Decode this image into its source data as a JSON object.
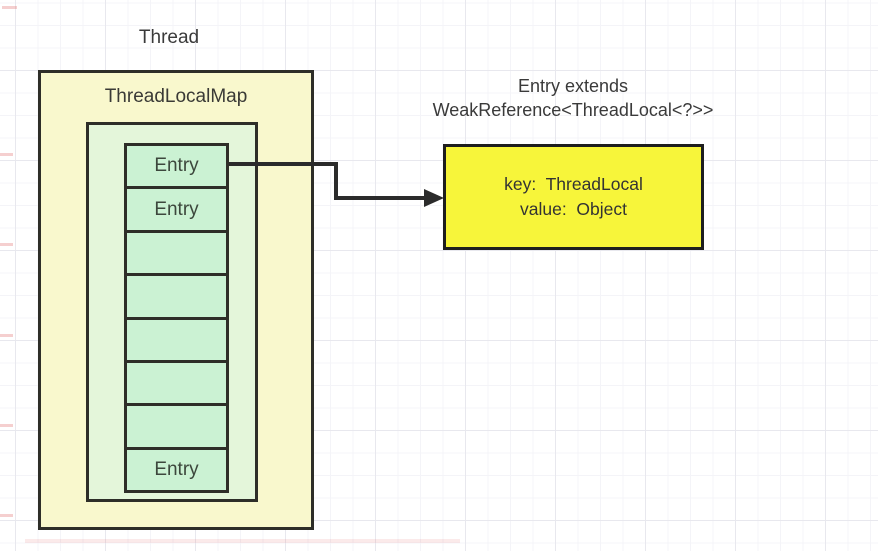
{
  "diagram": {
    "thread_label": "Thread",
    "map_label": "ThreadLocalMap",
    "note": {
      "line1": "Entry extends",
      "line2": "WeakReference<ThreadLocal<?>>"
    },
    "entry_box": {
      "line1": "key:  ThreadLocal",
      "line2": "value:  Object"
    },
    "table": {
      "cells": [
        {
          "label": "Entry"
        },
        {
          "label": "Entry"
        },
        {
          "label": ""
        },
        {
          "label": ""
        },
        {
          "label": ""
        },
        {
          "label": ""
        },
        {
          "label": ""
        },
        {
          "label": "Entry"
        }
      ]
    },
    "colors": {
      "outer_fill": "#f9f8cd",
      "inner_fill": "#e4f6da",
      "cell_fill": "#cbf2d3",
      "entry_box_fill": "#f7f53a",
      "border": "#2e2e28",
      "arrow": "#2b2b2b"
    }
  }
}
